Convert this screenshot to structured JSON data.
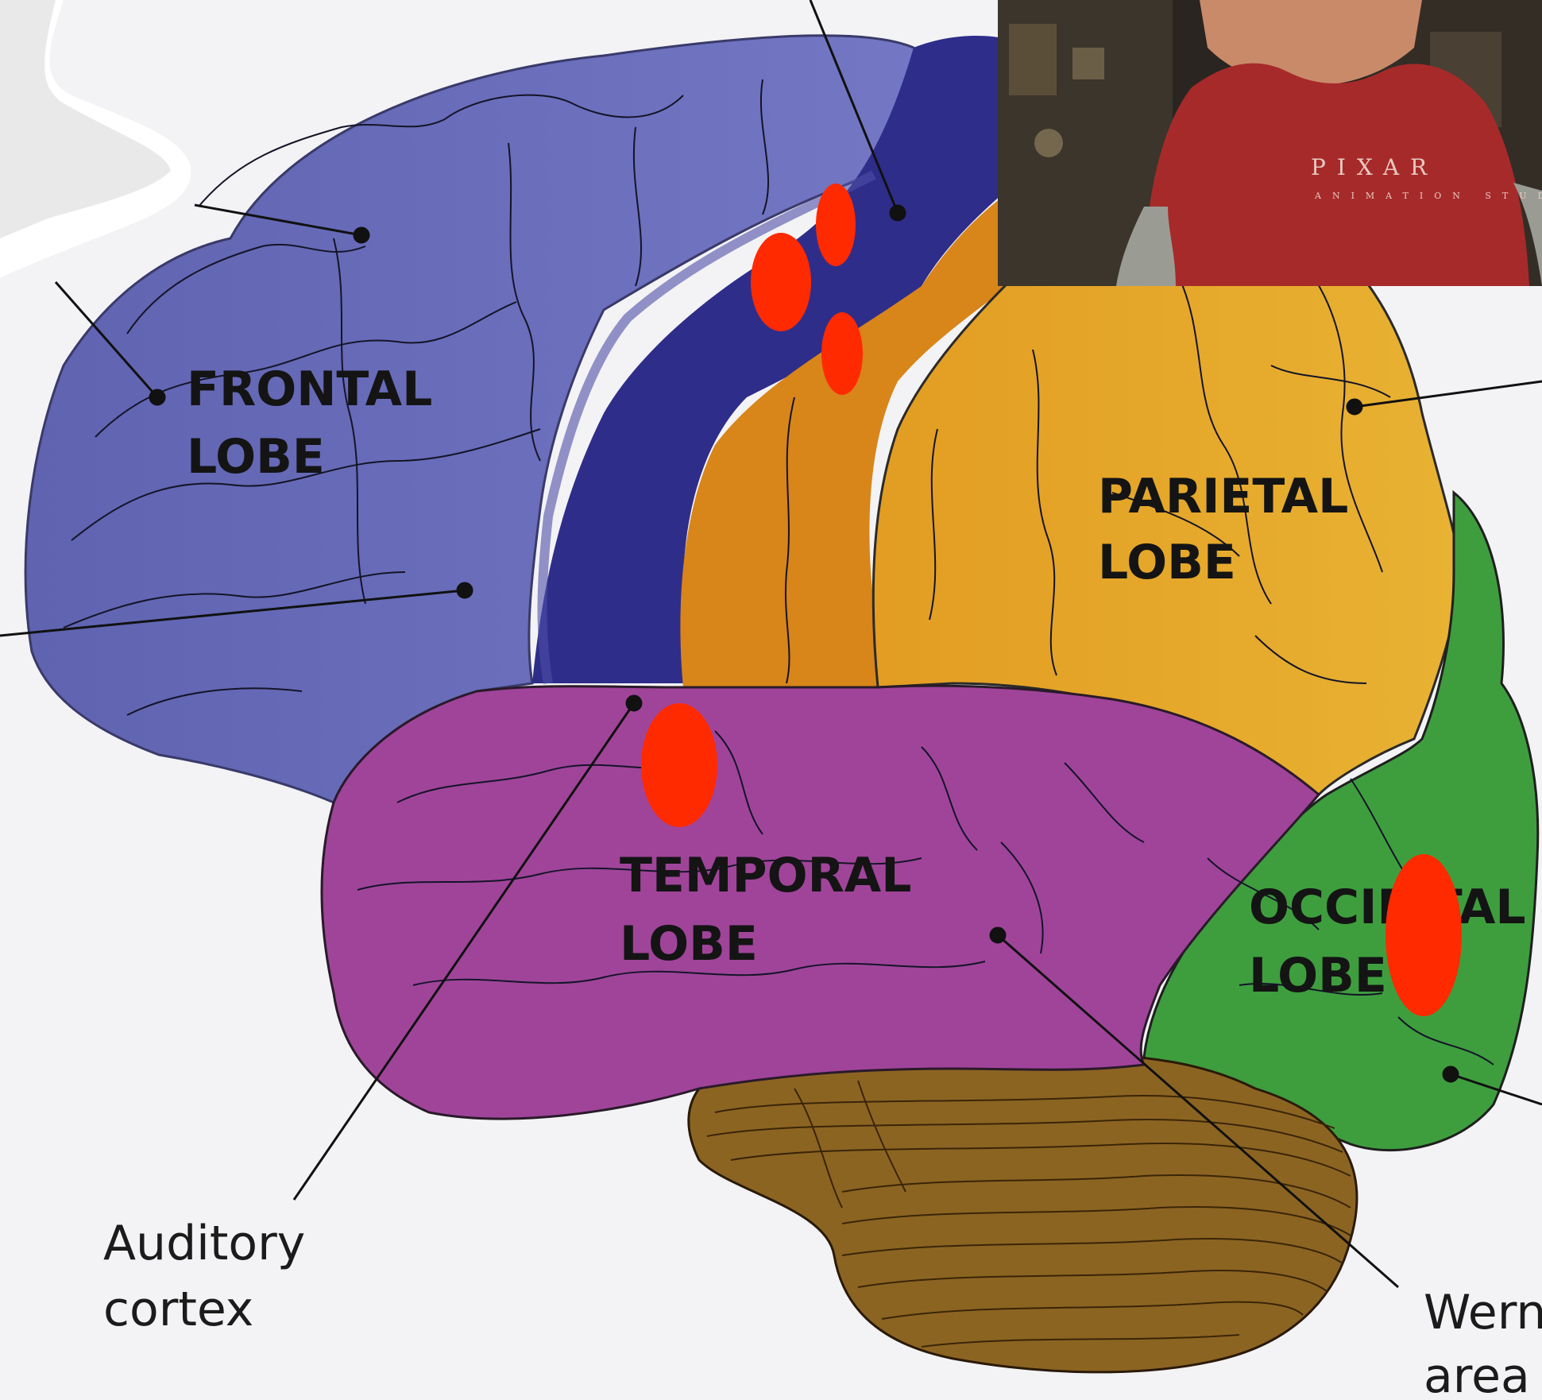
{
  "lobes": {
    "frontal": [
      "FRONTAL",
      "LOBE"
    ],
    "parietal": [
      "PARIETAL",
      "LOBE"
    ],
    "temporal": [
      "TEMPORAL",
      "LOBE"
    ],
    "occipital": [
      "OCCIPITAL",
      "LOBE"
    ]
  },
  "callouts": {
    "auditory": [
      "Auditory",
      "cortex"
    ],
    "wernicke": [
      "Wernicke's",
      "area"
    ]
  },
  "inset_photo": {
    "shirt_brand": "PIXAR",
    "shirt_sub": "ANIMATION STUDIOS"
  },
  "colors": {
    "frontal": "#6a6cb8",
    "motor_strip": "#2e2d8a",
    "sensory_strip": "#d8851a",
    "parietal": "#e3ad2b",
    "temporal": "#a0449a",
    "occipital": "#3e9e3e",
    "cerebellum": "#8c6422",
    "activation_marker": "#ff2a00"
  }
}
